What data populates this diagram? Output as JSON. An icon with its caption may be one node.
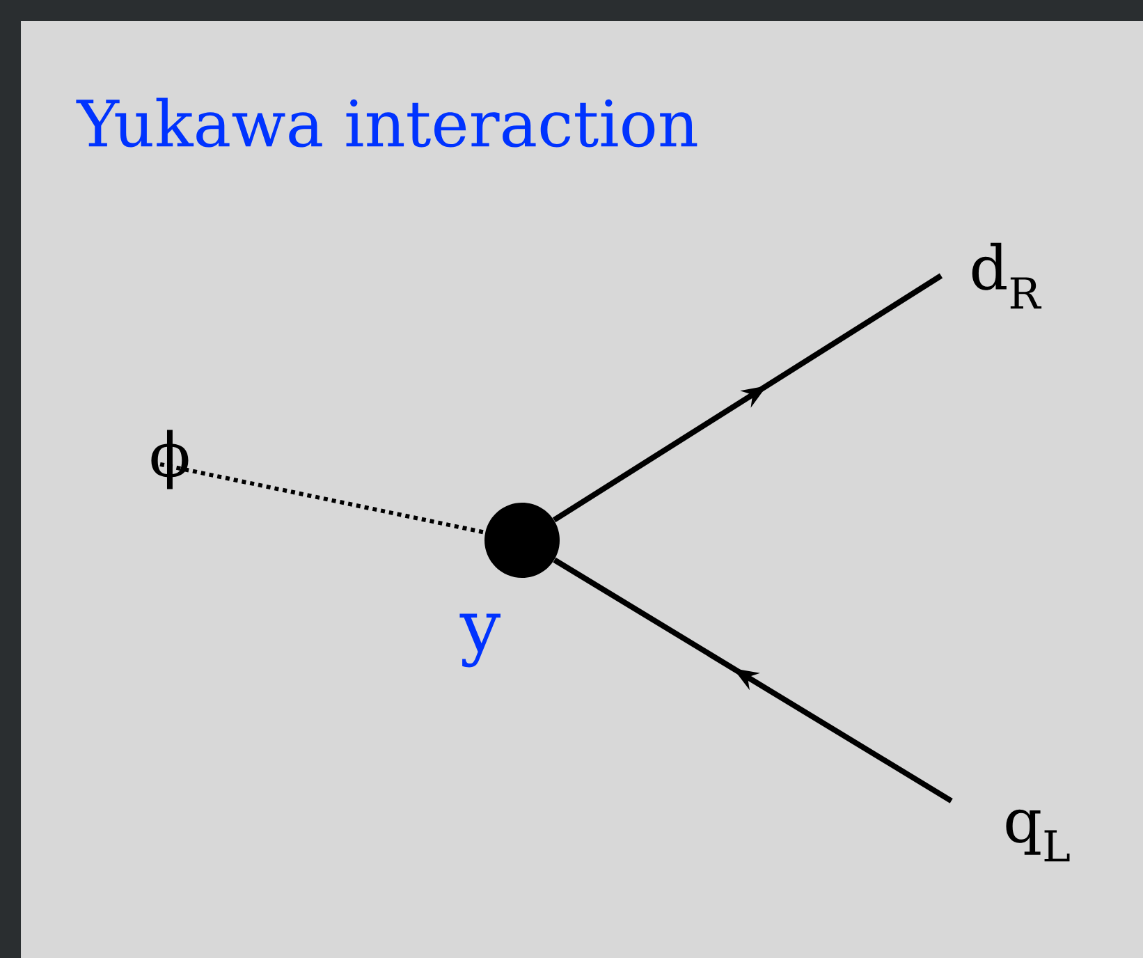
{
  "diagram": {
    "title": "Yukawa interaction",
    "nodes": [
      {
        "text": [
          "ϕ"
        ]
      },
      {
        "text": [],
        "shape": "circle",
        "beside": [
          "y"
        ]
      },
      {
        "text": [
          "d$_{R}$"
        ]
      },
      {
        "text": [
          "q$_{L}$"
        ]
      }
    ],
    "edges": [
      {
        "from": 0,
        "to": 1,
        "arrow": "none",
        "style": "dashed"
      },
      {
        "from": 1,
        "to": 2,
        "arrow": "to"
      },
      {
        "from": 3,
        "to": 1,
        "arrow": "to"
      }
    ]
  }
}
